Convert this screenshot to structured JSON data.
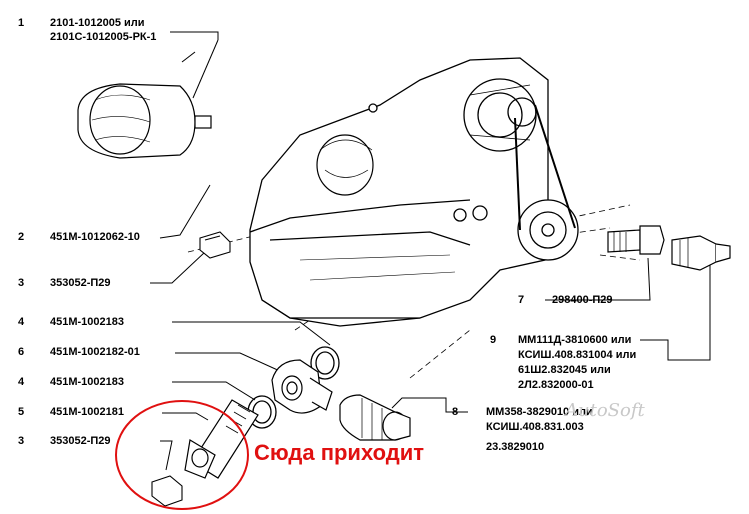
{
  "callouts": [
    {
      "num": "1",
      "lines": [
        "2101-1012005 или",
        "2101С-1012005-РК-1"
      ]
    },
    {
      "num": "2",
      "lines": [
        "451М-1012062-10"
      ]
    },
    {
      "num": "3",
      "lines": [
        "353052-П29"
      ]
    },
    {
      "num": "4",
      "lines": [
        "451М-1002183"
      ]
    },
    {
      "num": "6",
      "lines": [
        "451М-1002182-01"
      ]
    },
    {
      "num": "4",
      "lines": [
        "451М-1002183"
      ]
    },
    {
      "num": "5",
      "lines": [
        "451М-1002181"
      ]
    },
    {
      "num": "3",
      "lines": [
        "353052-П29"
      ]
    },
    {
      "num": "7",
      "lines": [
        "298400-П29"
      ]
    },
    {
      "num": "9",
      "lines": [
        "ММ111Д-3810600 или",
        "КСИШ.408.831004 или",
        "61Ш2.832045 или",
        "2Л2.832000-01"
      ]
    },
    {
      "num": "8",
      "lines": [
        "ММ358-3829010 или",
        "КСИШ.408.831.003",
        "23.3829010"
      ]
    }
  ],
  "annotation": {
    "text": "Сюда приходит",
    "color": "#e01010"
  },
  "watermark": "AutoSoft",
  "icons": [
    "oil-filter-icon",
    "engine-block-icon",
    "drain-plug-icon",
    "sealing-washer-icon",
    "union-fitting-icon",
    "hollow-bolt-icon",
    "adapter-fitting-icon",
    "oil-pressure-sensor-icon",
    "oil-pressure-switch-icon"
  ]
}
